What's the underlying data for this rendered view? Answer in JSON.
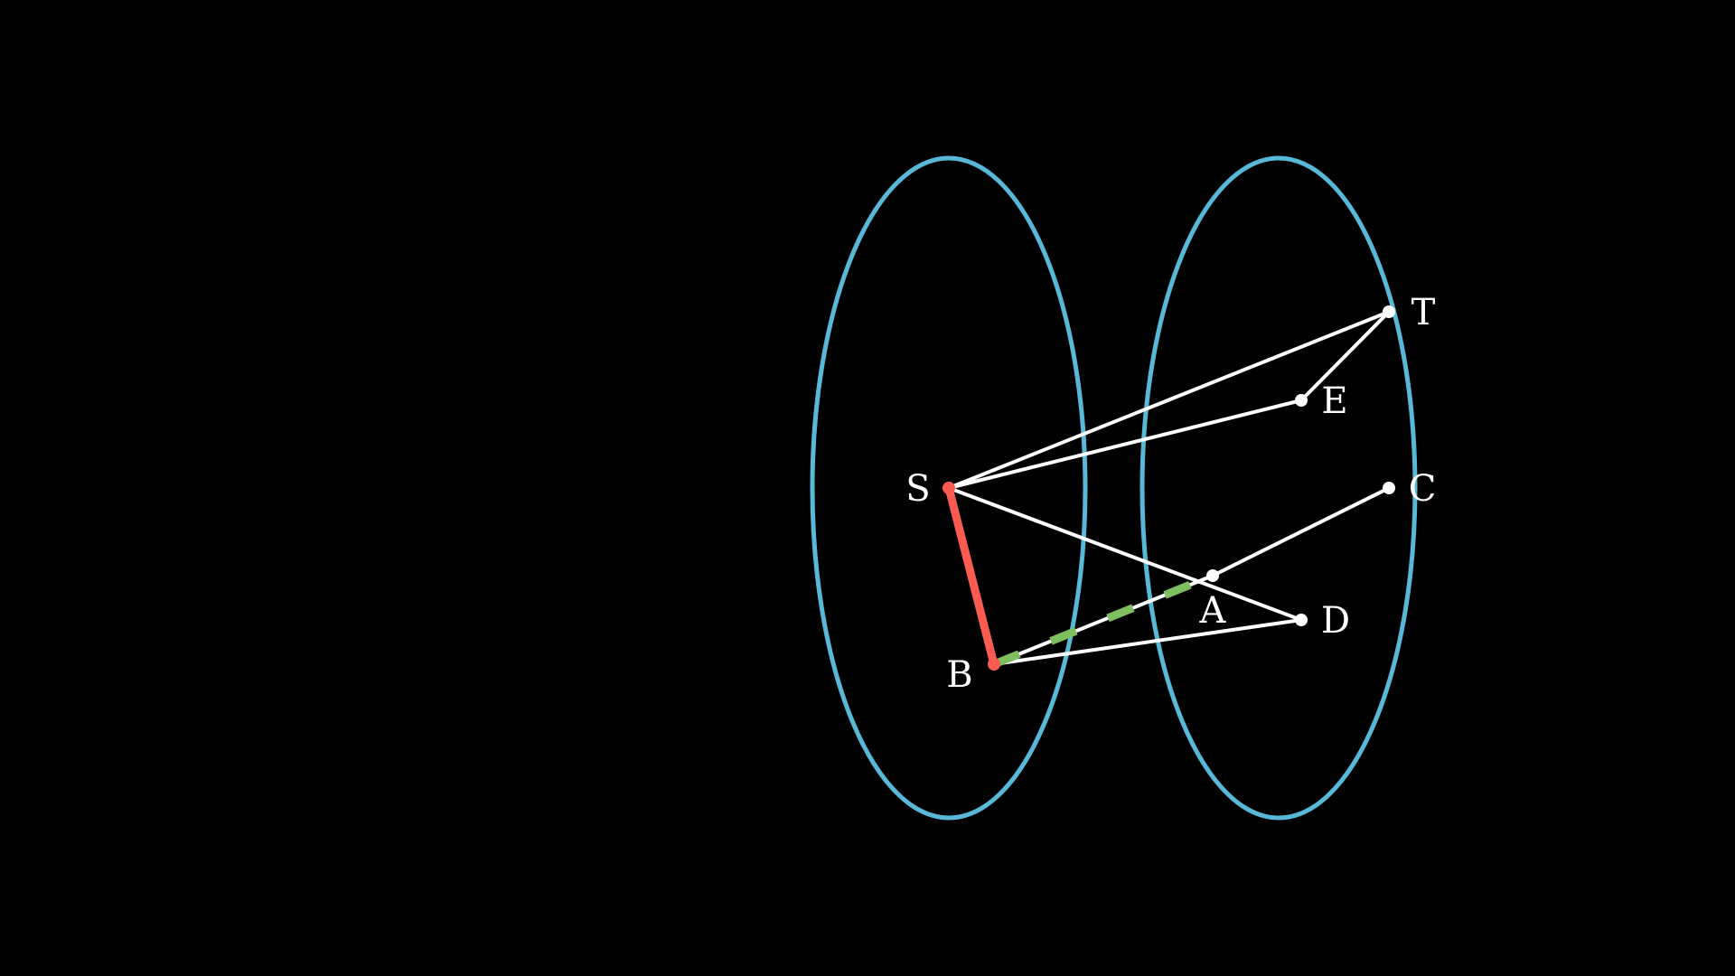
{
  "diagram": {
    "background": "#000000",
    "colors": {
      "set_outline": "#58b8d8",
      "edge": "#ffffff",
      "highlight_edge": "#fc5b52",
      "dashed_edge": "#7fbf5f",
      "node": "#ffffff",
      "highlight_node": "#fc5b52"
    },
    "nodes": [
      {
        "id": "S",
        "label": "S",
        "highlighted": true
      },
      {
        "id": "B",
        "label": "B",
        "highlighted": true
      },
      {
        "id": "T",
        "label": "T",
        "highlighted": false
      },
      {
        "id": "E",
        "label": "E",
        "highlighted": false
      },
      {
        "id": "C",
        "label": "C",
        "highlighted": false
      },
      {
        "id": "A",
        "label": "A",
        "highlighted": false
      },
      {
        "id": "D",
        "label": "D",
        "highlighted": false
      }
    ],
    "edges": [
      {
        "from": "S",
        "to": "T",
        "style": "normal"
      },
      {
        "from": "S",
        "to": "E",
        "style": "normal"
      },
      {
        "from": "E",
        "to": "T",
        "style": "normal"
      },
      {
        "from": "S",
        "to": "D",
        "style": "normal"
      },
      {
        "from": "A",
        "to": "C",
        "style": "normal"
      },
      {
        "from": "B",
        "to": "D",
        "style": "normal"
      },
      {
        "from": "B",
        "to": "A",
        "style": "dashed"
      },
      {
        "from": "S",
        "to": "B",
        "style": "highlight"
      }
    ],
    "sets": [
      {
        "id": "left-set",
        "members": [
          "S",
          "B"
        ]
      },
      {
        "id": "right-set",
        "members": [
          "T",
          "E",
          "C",
          "A",
          "D"
        ]
      }
    ]
  }
}
